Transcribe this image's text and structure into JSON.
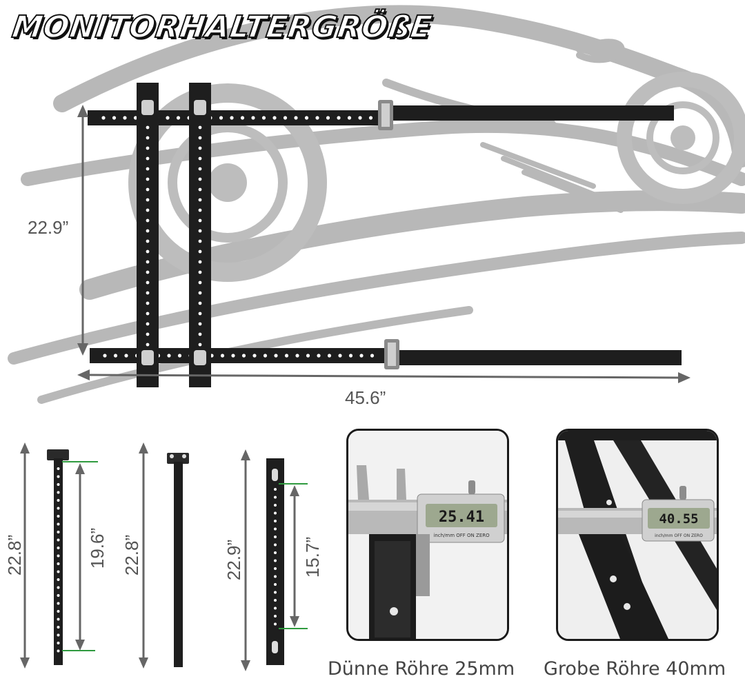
{
  "title": "MONITORHALTERGRÖßE",
  "frame": {
    "height_label": "22.9”",
    "width_label": "45.6”"
  },
  "parts": [
    {
      "name": "arm-with-bracket",
      "total_label": "22.8”",
      "inner_label": "19.6”"
    },
    {
      "name": "plain-tube",
      "total_label": "22.8”"
    },
    {
      "name": "slotted-bar",
      "total_label": "22.9”",
      "inner_label": "15.7”"
    }
  ],
  "photos": [
    {
      "reading": "25.41",
      "unit": "mm",
      "caption": "Dünne Röhre 25mm"
    },
    {
      "reading": "40.55",
      "unit": "mm",
      "caption": "Grobe Röhre 40mm"
    }
  ],
  "caliper_buttons": [
    "inch/mm",
    "OFF",
    "ON",
    "ZERO"
  ],
  "colors": {
    "accent_green": "#2e9a3e",
    "metal": "#1e1e1e",
    "car_outline": "#b5b5b5",
    "dimension": "#666666"
  }
}
